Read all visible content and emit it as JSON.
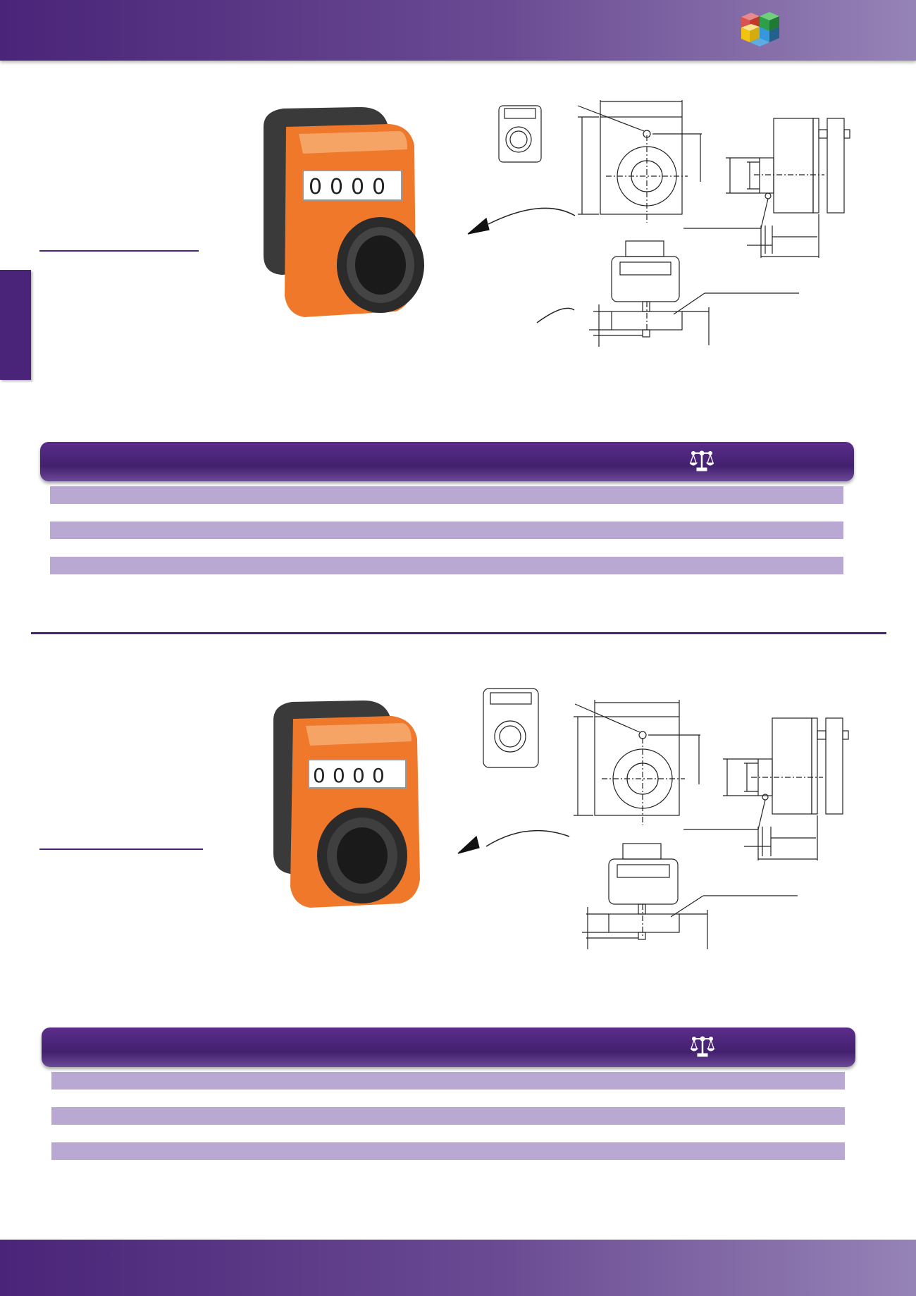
{
  "header": {
    "logo_icon": "four-colored-cubes-logo",
    "banner_color": "#4a2478",
    "accent_stripe_color": "#b9a8d1"
  },
  "products": [
    {
      "photo_icon": "orange-digital-position-indicator",
      "counter_digits": [
        "0",
        "0",
        "0",
        "0"
      ],
      "drawing_icon": "technical-dimension-drawing",
      "table_icon": "balance-scale-icon",
      "table_rows": 3
    },
    {
      "photo_icon": "orange-digital-position-indicator",
      "counter_digits": [
        "0",
        "0",
        "0",
        "0"
      ],
      "drawing_icon": "technical-dimension-drawing",
      "table_icon": "balance-scale-icon",
      "table_rows": 3
    }
  ],
  "colors": {
    "housing_orange": "#f0782a",
    "housing_dark": "#3a3a3a"
  }
}
